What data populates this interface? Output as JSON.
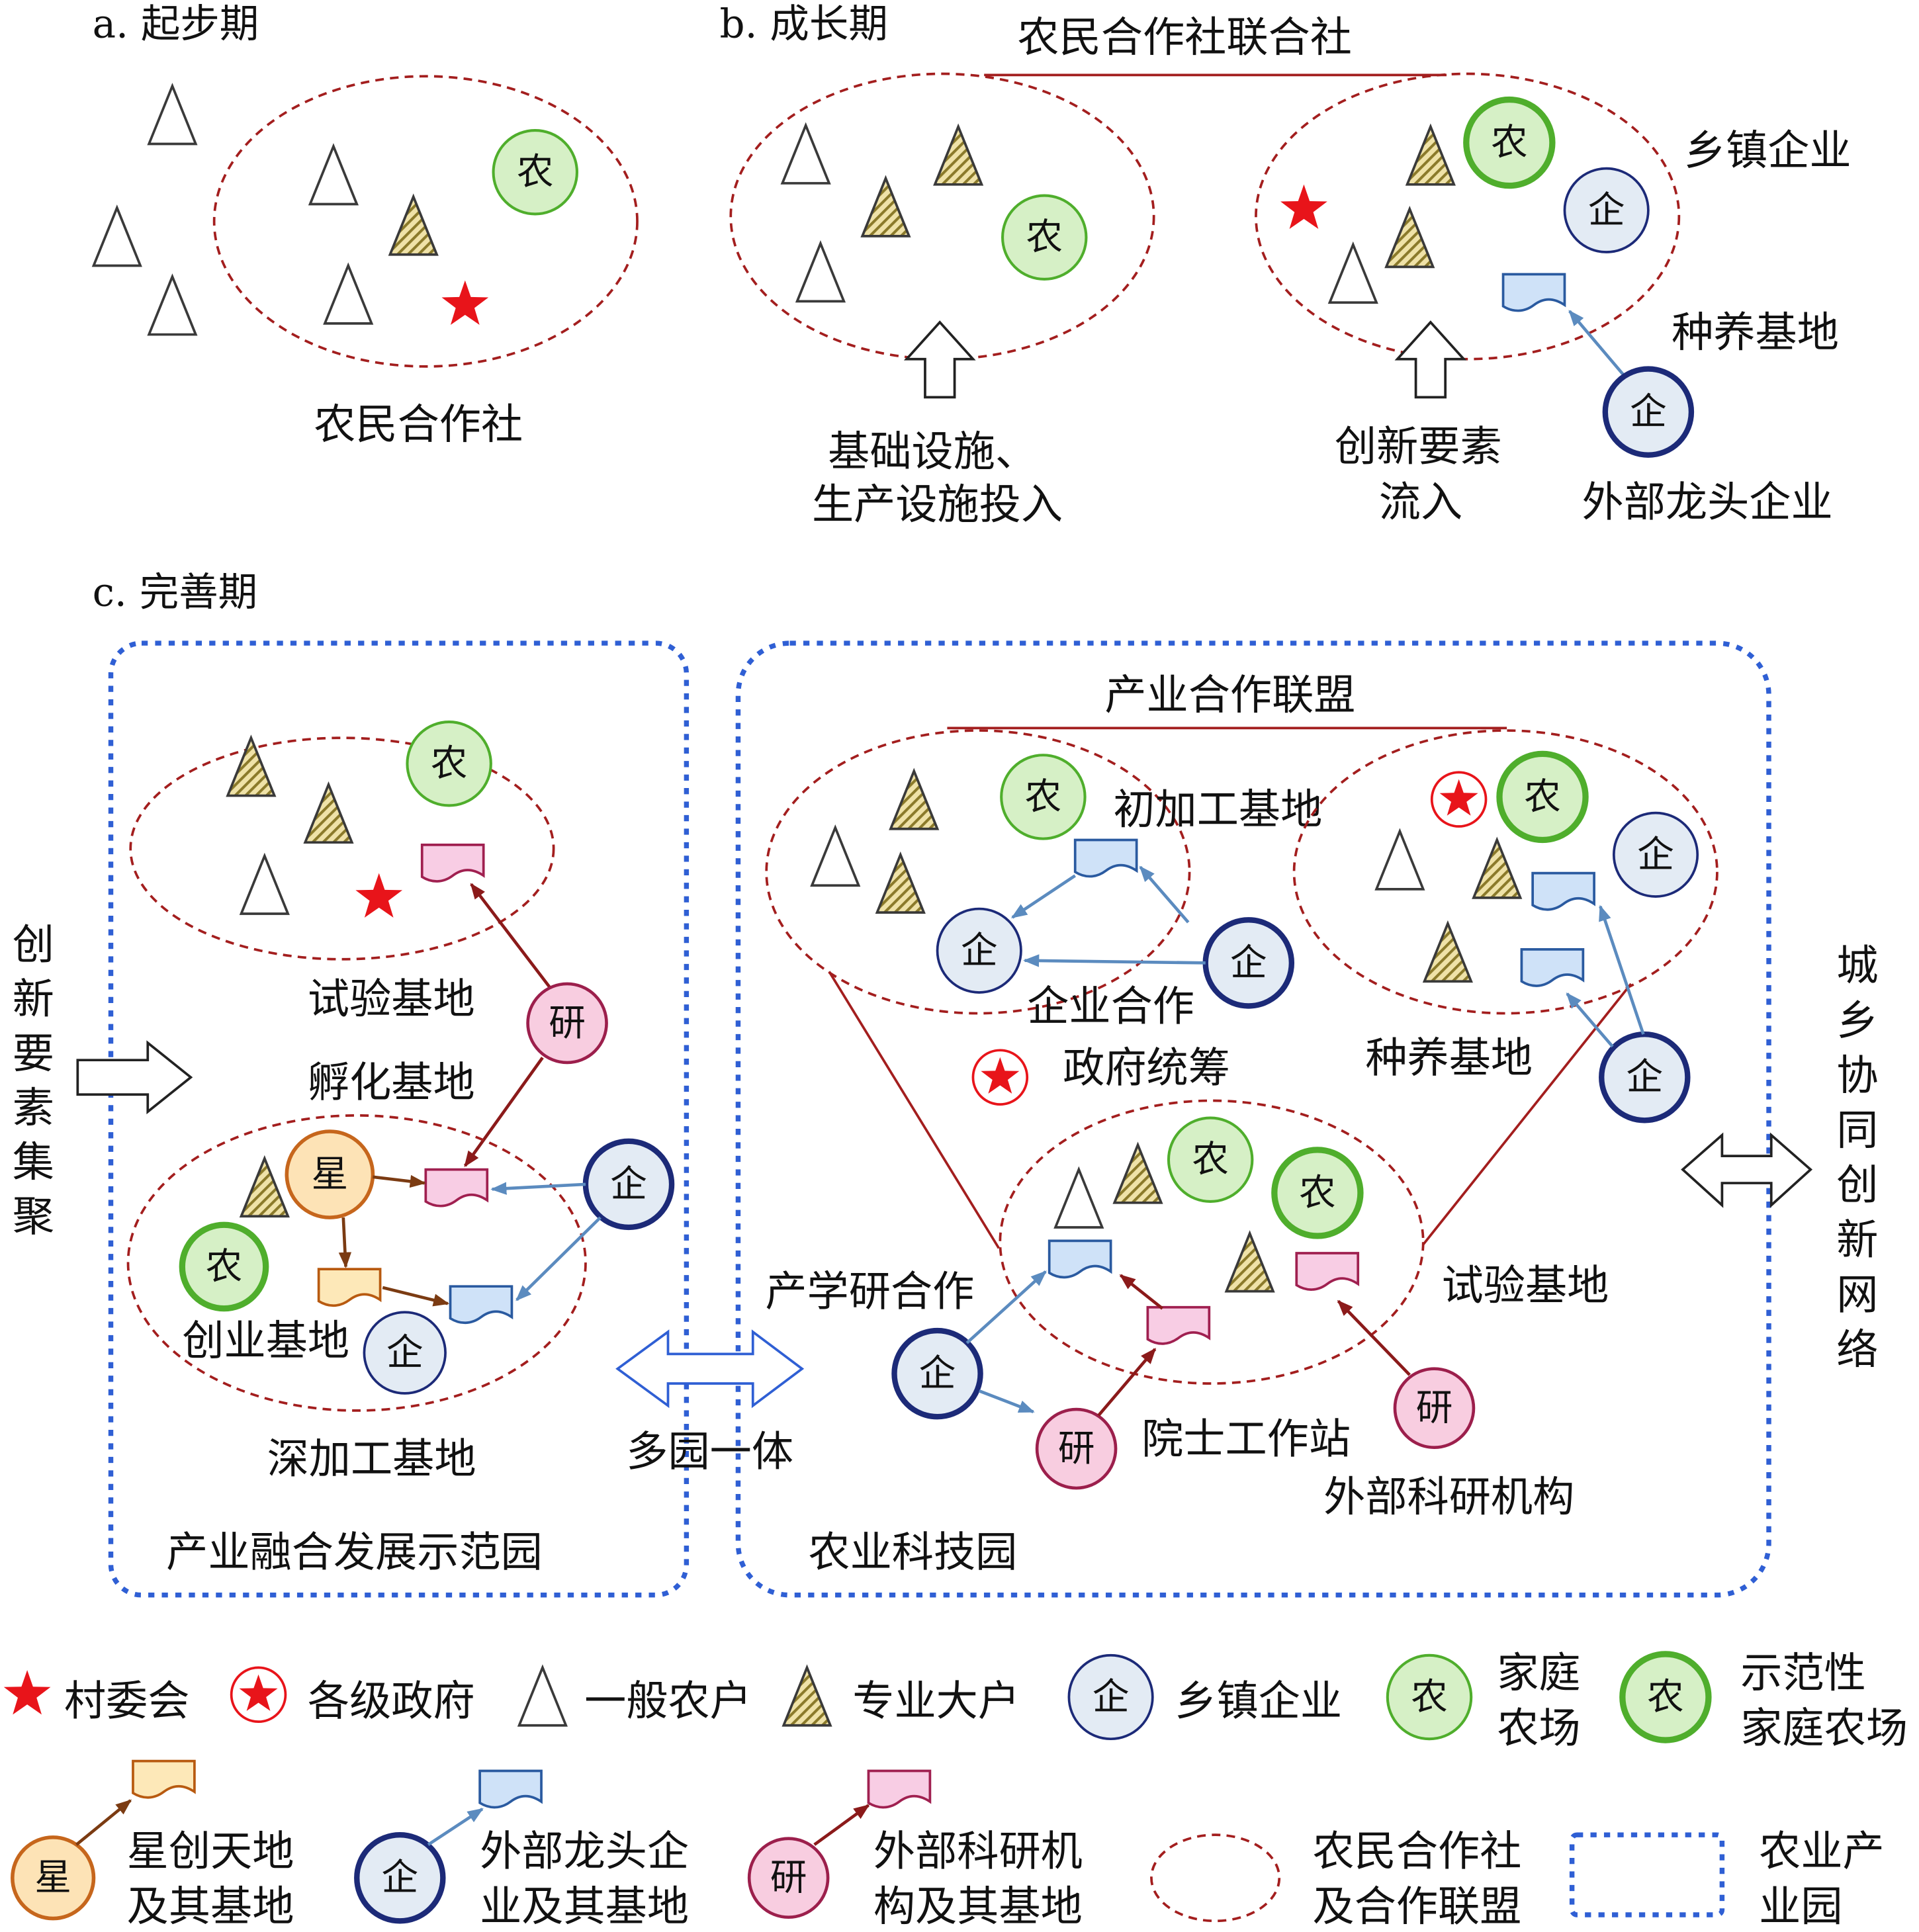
{
  "panels": {
    "a": {
      "title": "a. 起步期",
      "coop_label": "农民合作社"
    },
    "b": {
      "title": "b. 成长期",
      "union_label": "农民合作社联合社",
      "township_enterprise": "乡镇企业",
      "planting_base": "种养基地",
      "external_leader": "外部龙头企业",
      "infra_line1": "基础设施、",
      "infra_line2": "生产设施投入",
      "innovation_line1": "创新要素",
      "innovation_line2": "流入"
    },
    "c": {
      "title": "c. 完善期",
      "innovation_gather": "创新要素集聚",
      "trial_base_left": "试验基地",
      "incubation_base": "孵化基地",
      "startup_base": "创业基地",
      "deep_processing_base": "深加工基地",
      "fusion_park": "产业融合发展示范园",
      "multi_park": "多园一体",
      "industry_alliance": "产业合作联盟",
      "primary_processing_base": "初加工基地",
      "enterprise_coop": "企业合作",
      "gov_coordination": "政府统筹",
      "planting_base": "种养基地",
      "trial_base_right": "试验基地",
      "iur_coop": "产学研合作",
      "academician_station": "院士工作站",
      "external_research": "外部科研机构",
      "agri_tech_park": "农业科技园",
      "urban_rural_network": "城乡协同创新网络"
    }
  },
  "symbols": {
    "farm": "农",
    "enterprise": "企",
    "research": "研",
    "star_space": "星"
  },
  "legend": {
    "village_committee": "村委会",
    "government": "各级政府",
    "ordinary_farmer": "一般农户",
    "large_farmer": "专业大户",
    "township_enterprise": "乡镇企业",
    "family_farm": [
      "家庭",
      "农场"
    ],
    "demo_family_farm": [
      "示范性",
      "家庭农场"
    ],
    "star_space": [
      "星创天地",
      "及其基地"
    ],
    "external_enterprise": [
      "外部龙头企",
      "业及其基地"
    ],
    "external_research": [
      "外部科研机",
      "构及其基地"
    ],
    "coop_alliance": [
      "农民合作社",
      "及合作联盟"
    ],
    "agri_park": [
      "农业产",
      "业园"
    ]
  },
  "icons": {
    "village_committee": "red-star-icon",
    "government": "circled-star-icon",
    "ordinary_farmer": "outline-triangle-icon",
    "large_farmer": "hatched-triangle-icon",
    "base": "document-icon"
  },
  "colors": {
    "c-star": "#e8141a",
    "c-coop": "#a31e1e",
    "c-park": "#2f5fd4",
    "c-farm": "#4fae2c",
    "c-farm-fill": "#d6f0c6",
    "c-ent": "#1c2a78",
    "c-ent-fill": "#e3ebf4",
    "c-res": "#9c1f4c",
    "c-res-fill": "#f8cde0",
    "c-ss": "#c6661c",
    "c-ss-fill": "#fde3b6",
    "c-link-ent": "#5b8bbf",
    "c-link-res": "#8b1a1a",
    "c-link-ss": "#7b3b12",
    "c-hatch": "#8b7a2a"
  }
}
